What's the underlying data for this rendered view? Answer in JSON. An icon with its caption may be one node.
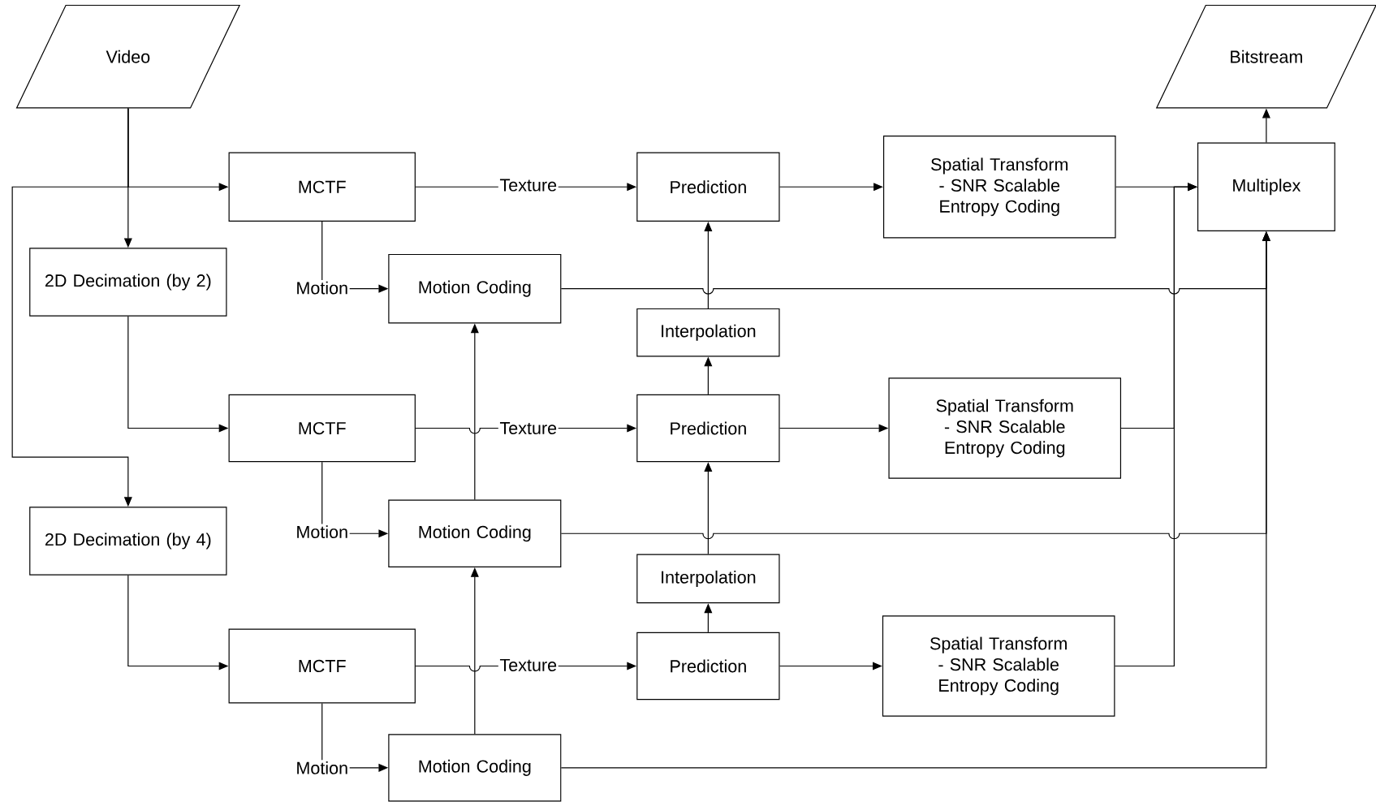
{
  "diagram": {
    "nodes": [
      {
        "text": [
          "Video"
        ]
      },
      {
        "text": [
          "Bitstream"
        ]
      },
      {
        "text": [
          "MCTF"
        ]
      },
      {
        "text": [
          "Prediction"
        ]
      },
      {
        "text": [
          "Spatial Transform - SNR Scalable Entropy Coding"
        ]
      },
      {
        "text": [
          "Multiplex"
        ]
      },
      {
        "text": [
          "2D Decimation (by 2)"
        ]
      },
      {
        "text": [
          "Motion Coding"
        ]
      },
      {
        "text": [
          "Interpolation"
        ]
      },
      {
        "text": [
          "MCTF"
        ]
      },
      {
        "text": [
          "Prediction"
        ]
      },
      {
        "text": [
          "Spatial Transform - SNR Scalable Entropy Coding"
        ]
      },
      {
        "text": [
          "2D Decimation (by 4)"
        ]
      },
      {
        "text": [
          "Motion Coding"
        ]
      },
      {
        "text": [
          "Interpolation"
        ]
      },
      {
        "text": [
          "MCTF"
        ]
      },
      {
        "text": [
          "Prediction"
        ]
      },
      {
        "text": [
          "Spatial Transform - SNR Scalable Entropy Coding"
        ]
      },
      {
        "text": [
          "Motion Coding"
        ]
      }
    ],
    "edges": [
      {
        "from": 0,
        "to": 2,
        "arrow": "to"
      },
      {
        "from": 0,
        "to": 6,
        "arrow": "to"
      },
      {
        "from": 0,
        "to": 12,
        "arrow": "to"
      },
      {
        "from": 2,
        "to": 3,
        "arrow": "to",
        "label": "Texture"
      },
      {
        "from": 2,
        "to": 7,
        "arrow": "to",
        "label": "Motion"
      },
      {
        "from": 3,
        "to": 4,
        "arrow": "to"
      },
      {
        "from": 4,
        "to": 5,
        "arrow": "to"
      },
      {
        "from": 5,
        "to": 1,
        "arrow": "to"
      },
      {
        "from": 8,
        "to": 3,
        "arrow": "to"
      },
      {
        "from": 7,
        "to": 5,
        "arrow": "to"
      },
      {
        "from": 6,
        "to": 9,
        "arrow": "to"
      },
      {
        "from": 9,
        "to": 10,
        "arrow": "to",
        "label": "Texture"
      },
      {
        "from": 9,
        "to": 13,
        "arrow": "to",
        "label": "Motion"
      },
      {
        "from": 13,
        "to": 7,
        "arrow": "to"
      },
      {
        "from": 10,
        "to": 8,
        "arrow": "to"
      },
      {
        "from": 10,
        "to": 11,
        "arrow": "to"
      },
      {
        "from": 11,
        "to": 5,
        "arrow": "to"
      },
      {
        "from": 13,
        "to": 5,
        "arrow": "to"
      },
      {
        "from": 12,
        "to": 15,
        "arrow": "to"
      },
      {
        "from": 15,
        "to": 16,
        "arrow": "to",
        "label": "Texture"
      },
      {
        "from": 15,
        "to": 18,
        "arrow": "to",
        "label": "Motion"
      },
      {
        "from": 18,
        "to": 13,
        "arrow": "to"
      },
      {
        "from": 16,
        "to": 14,
        "arrow": "to"
      },
      {
        "from": 14,
        "to": 10,
        "arrow": "to"
      },
      {
        "from": 16,
        "to": 17,
        "arrow": "to"
      },
      {
        "from": 17,
        "to": 5,
        "arrow": "to"
      },
      {
        "from": 18,
        "to": 5,
        "arrow": "to"
      }
    ]
  }
}
